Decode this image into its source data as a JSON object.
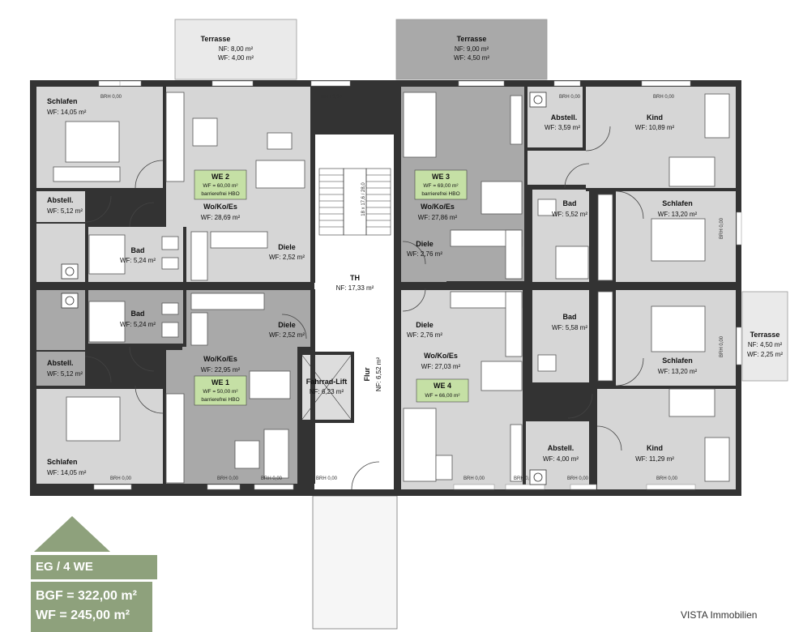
{
  "rooms": {
    "terrasse_a": {
      "name": "Terrasse",
      "nf": "NF: 8,00 m²",
      "wf": "WF: 4,00 m²"
    },
    "terrasse_b": {
      "name": "Terrasse",
      "nf": "NF: 9,00 m²",
      "wf": "WF: 4,50 m²"
    },
    "terrasse_c": {
      "name": "Terrasse",
      "nf": "NF: 4,50 m²",
      "wf": "WF: 2,25 m²"
    },
    "we2_schlafen": {
      "name": "Schlafen",
      "wf": "WF: 14,05 m²"
    },
    "we2_abstell": {
      "name": "Abstell.",
      "wf": "WF: 5,12 m²"
    },
    "we2_bad": {
      "name": "Bad",
      "wf": "WF: 5,24 m²"
    },
    "we2_wokoes": {
      "name": "Wo/Ko/Es",
      "wf": "WF: 28,69 m²"
    },
    "we2_diele": {
      "name": "Diele",
      "wf": "WF: 2,52 m²"
    },
    "we1_bad": {
      "name": "Bad",
      "wf": "WF: 5,24 m²"
    },
    "we1_abstell": {
      "name": "Abstell.",
      "wf": "WF: 5,12 m²"
    },
    "we1_schlafen": {
      "name": "Schlafen",
      "wf": "WF: 14,05 m²"
    },
    "we1_diele": {
      "name": "Diele",
      "wf": "WF: 2,52 m²"
    },
    "we1_wokoes": {
      "name": "Wo/Ko/Es",
      "wf": "WF: 22,95 m²"
    },
    "th": {
      "name": "TH",
      "nf": "NF: 17,33 m²"
    },
    "flur": {
      "name": "Flur",
      "nf": "NF: 6,52 m²"
    },
    "lift": {
      "name": "Fahrrad-Lift",
      "nf": "NF: 6,23 m²"
    },
    "we3_abstell": {
      "name": "Abstell.",
      "wf": "WF: 3,59 m²"
    },
    "we3_kind": {
      "name": "Kind",
      "wf": "WF: 10,89 m²"
    },
    "we3_bad": {
      "name": "Bad",
      "wf": "WF: 5,52 m²"
    },
    "we3_schlafen": {
      "name": "Schlafen",
      "wf": "WF: 13,20 m²"
    },
    "we3_wokoes": {
      "name": "Wo/Ko/Es",
      "wf": "WF: 27,86 m²"
    },
    "we3_diele": {
      "name": "Diele",
      "wf": "WF: 2,76 m²"
    },
    "we4_diele": {
      "name": "Diele",
      "wf": "WF: 2,76 m²"
    },
    "we4_wokoes": {
      "name": "Wo/Ko/Es",
      "wf": "WF: 27,03 m²"
    },
    "we4_bad": {
      "name": "Bad",
      "wf": "WF: 5,58 m²"
    },
    "we4_schlafen": {
      "name": "Schlafen",
      "wf": "WF: 13,20 m²"
    },
    "we4_abstell": {
      "name": "Abstell.",
      "wf": "WF: 4,00 m²"
    },
    "we4_kind": {
      "name": "Kind",
      "wf": "WF: 11,29 m²"
    }
  },
  "units": {
    "we1": {
      "title": "WE 1",
      "wf": "WF = 50,00 m²",
      "note": "barrierefrei HBO"
    },
    "we2": {
      "title": "WE 2",
      "wf": "WF = 60,00 m²",
      "note": "barrierefrei HBO"
    },
    "we3": {
      "title": "WE 3",
      "wf": "WF = 69,00 m²",
      "note": "barrierefrei HBO"
    },
    "we4": {
      "title": "WE 4",
      "wf": "WF = 66,00 m²"
    }
  },
  "brh_label": "BRH 0,00",
  "stair_label": "18 x 17,6 / 28,0",
  "legend": {
    "floor": "EG / 4 WE",
    "bgf": "BGF = 322,00 m²",
    "wf": "WF = 245,00 m²"
  },
  "brand": "VISTA Immobilien",
  "colors": {
    "accent": "#8ea17c",
    "unit_badge": "#c5e0a5",
    "wall": "#333333",
    "room_dark": "#a9a9a9",
    "room_light": "#d6d6d6"
  }
}
